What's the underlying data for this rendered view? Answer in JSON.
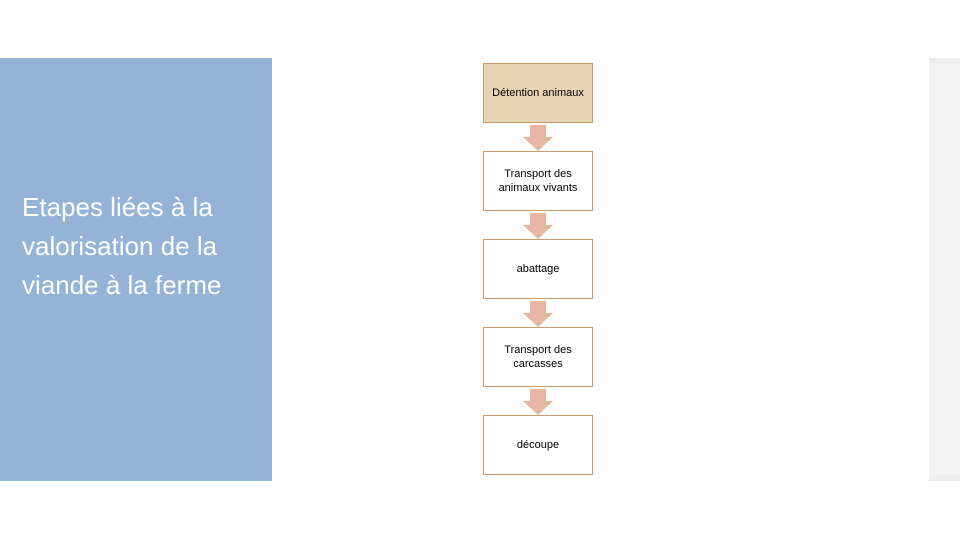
{
  "slide": {
    "title": "Etapes liées à la valorisation de la viande à la ferme",
    "panel_color": "#95B3D7",
    "node_border_color": "#C89B6A",
    "node_fill_color": "#E8D3B5",
    "arrow_color": "#E8B5A5"
  },
  "flow": {
    "type": "flowchart-vertical",
    "nodes": [
      {
        "label": "Détention animaux",
        "filled": true
      },
      {
        "label": "Transport des animaux vivants",
        "filled": false
      },
      {
        "label": "abattage",
        "filled": false
      },
      {
        "label": "Transport des carcasses",
        "filled": false
      },
      {
        "label": "découpe",
        "filled": false
      }
    ],
    "connector": "down-arrow",
    "connector_count": 4
  }
}
